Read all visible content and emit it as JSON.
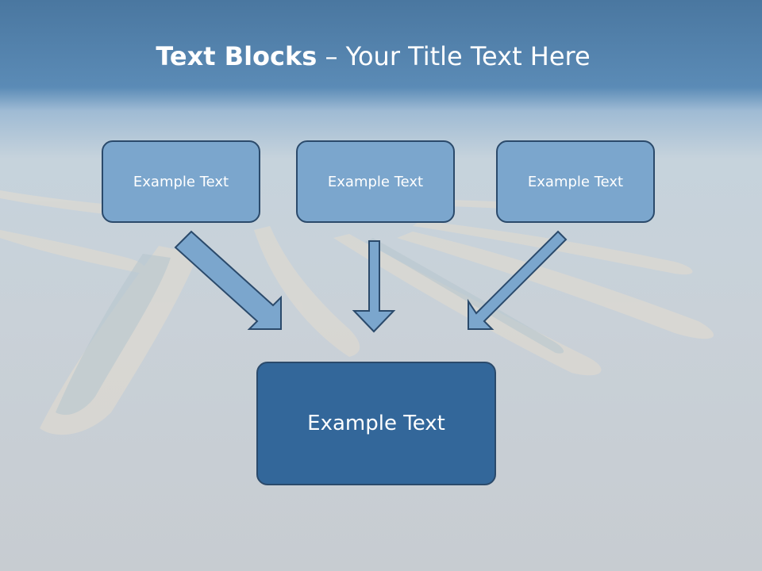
{
  "slide": {
    "title_bold": "Text Blocks",
    "title_rest": " – Your Title Text Here"
  },
  "blocks": {
    "top": [
      {
        "label": "Example Text"
      },
      {
        "label": "Example Text"
      },
      {
        "label": "Example Text"
      }
    ],
    "bottom": {
      "label": "Example Text"
    }
  },
  "colors": {
    "top_box": "#7ba6cd",
    "bottom_box": "#33679a",
    "arrow": "#7ba6cd",
    "border": "#2b4a6b"
  }
}
